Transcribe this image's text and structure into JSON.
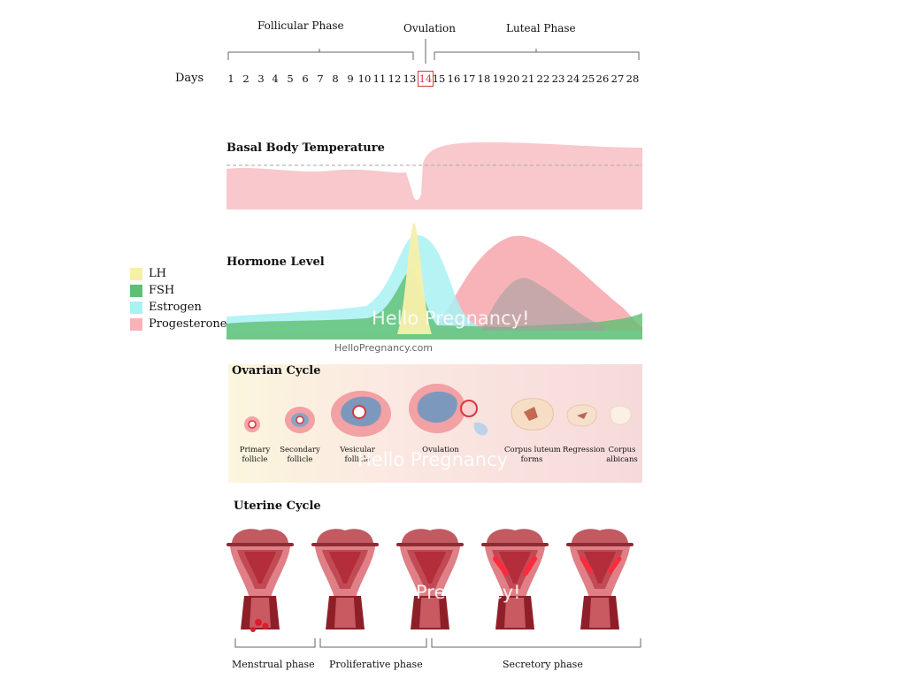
{
  "phases": {
    "follicular": "Follicular Phase",
    "ovulation": "Ovulation",
    "luteal": "Luteal Phase"
  },
  "days_label": "Days",
  "days": [
    "1",
    "2",
    "3",
    "4",
    "5",
    "6",
    "7",
    "8",
    "9",
    "10",
    "11",
    "12",
    "13",
    "14",
    "15",
    "16",
    "17",
    "18",
    "19",
    "20",
    "21",
    "22",
    "23",
    "24",
    "25",
    "26",
    "27",
    "28"
  ],
  "ovulation_day": "14",
  "sections": {
    "bbt": "Basal Body Temperature",
    "hormone": "Hormone Level",
    "ovarian": "Ovarian Cycle",
    "uterine": "Uterine Cycle"
  },
  "legend": [
    {
      "label": "LH",
      "color": "#f7efaa"
    },
    {
      "label": "FSH",
      "color": "#5fbf72"
    },
    {
      "label": "Estrogen",
      "color": "#a9f1f3"
    },
    {
      "label": "Progesterone",
      "color": "#f7b3b8"
    }
  ],
  "ovarian_stages": [
    {
      "line1": "Primary",
      "line2": "follicle"
    },
    {
      "line1": "Secondary",
      "line2": "follicle"
    },
    {
      "line1": "Vesicular",
      "line2": "follicle"
    },
    {
      "line1": "Ovulation",
      "line2": ""
    },
    {
      "line1": "Corpus luteum",
      "line2": "forms"
    },
    {
      "line1": "Regression",
      "line2": ""
    },
    {
      "line1": "Corpus",
      "line2": "albicans"
    }
  ],
  "uterine_phases": {
    "menstrual": "Menstrual phase",
    "proliferative": "Proliferative phase",
    "secretory": "Secretory phase"
  },
  "watermarks": {
    "main": "Hello Pregnancy!",
    "site": "HelloPregnancy.com",
    "partial_ovarian": "Hello Pregnancy",
    "partial_uterine": "Pregnancy!"
  }
}
